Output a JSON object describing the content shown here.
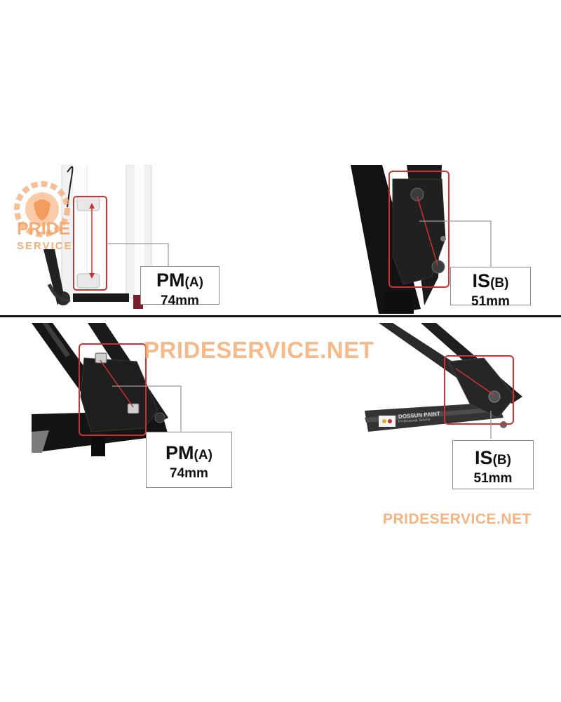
{
  "labels": {
    "fork_pm": {
      "type": "PM",
      "sub": "(A)",
      "size": "74mm"
    },
    "fork_is": {
      "type": "IS",
      "sub": "(B)",
      "size": "51mm"
    },
    "frame_pm": {
      "type": "PM",
      "sub": "(A)",
      "size": "74mm"
    },
    "frame_is": {
      "type": "IS",
      "sub": "(B)",
      "size": "51mm"
    }
  },
  "logo": {
    "line1": "PRIDE",
    "line2": "SERVICE"
  },
  "watermarks": {
    "center": "PRIDESERVICE.NET",
    "bottom": "PRIDESERVICE.NET"
  },
  "frame_decal": {
    "brand": "DOSSUN PAINT",
    "subtitle": "Professional Service"
  },
  "colors": {
    "highlight": "#d03030",
    "watermark": "#f4a66a",
    "frame": "#151515",
    "fork": "#f2f2f2"
  }
}
